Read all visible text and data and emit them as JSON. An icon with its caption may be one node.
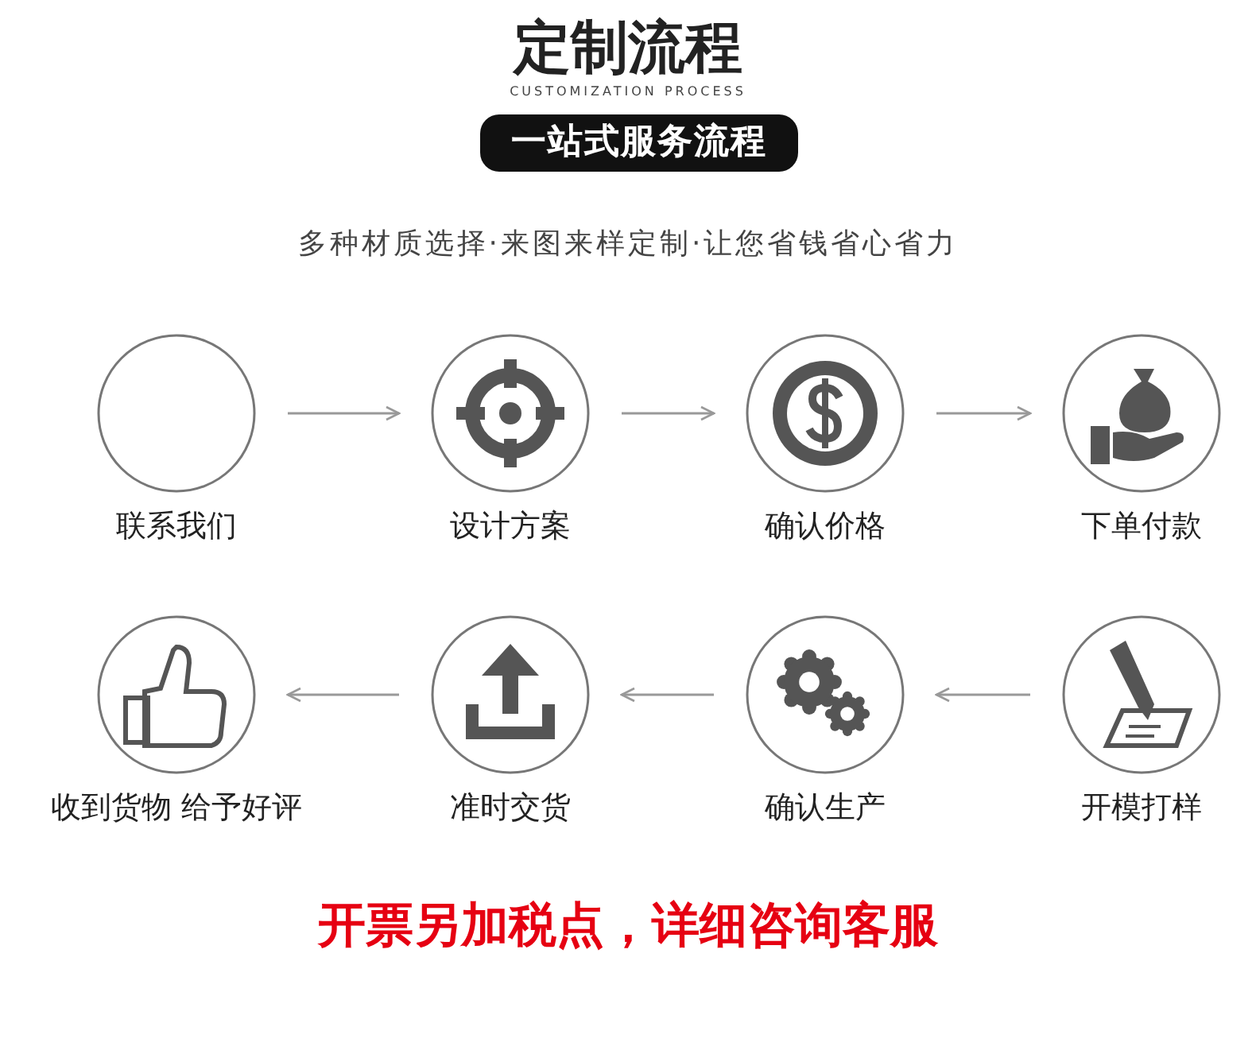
{
  "diagram": {
    "title": "定制流程",
    "nodes": [
      {
        "text": [
          "一站式服务流程"
        ]
      },
      {
        "text": [
          "联系我们"
        ]
      },
      {
        "text": [
          "设计方案"
        ]
      },
      {
        "text": [
          "确认价格"
        ]
      },
      {
        "text": [
          "下单付款"
        ]
      },
      {
        "text": [
          "收到货物 给予好评"
        ]
      },
      {
        "text": [
          "准时交货"
        ]
      },
      {
        "text": [
          "确认生产"
        ]
      },
      {
        "text": [
          "开模打样"
        ]
      }
    ],
    "edges": [
      {
        "from": 1,
        "to": 2,
        "arrow": "to"
      },
      {
        "from": 2,
        "to": 3,
        "arrow": "to"
      },
      {
        "from": 3,
        "to": 4,
        "arrow": "to"
      },
      {
        "from": 8,
        "to": 7,
        "arrow": "to"
      },
      {
        "from": 7,
        "to": 6,
        "arrow": "to"
      },
      {
        "from": 6,
        "to": 5,
        "arrow": "to"
      }
    ],
    "labels": [
      "CUSTOMIZATION PROCESS",
      "多种材质选择·来图来样定制·让您省钱省心省力",
      "开票另加税点，详细咨询客服"
    ]
  }
}
